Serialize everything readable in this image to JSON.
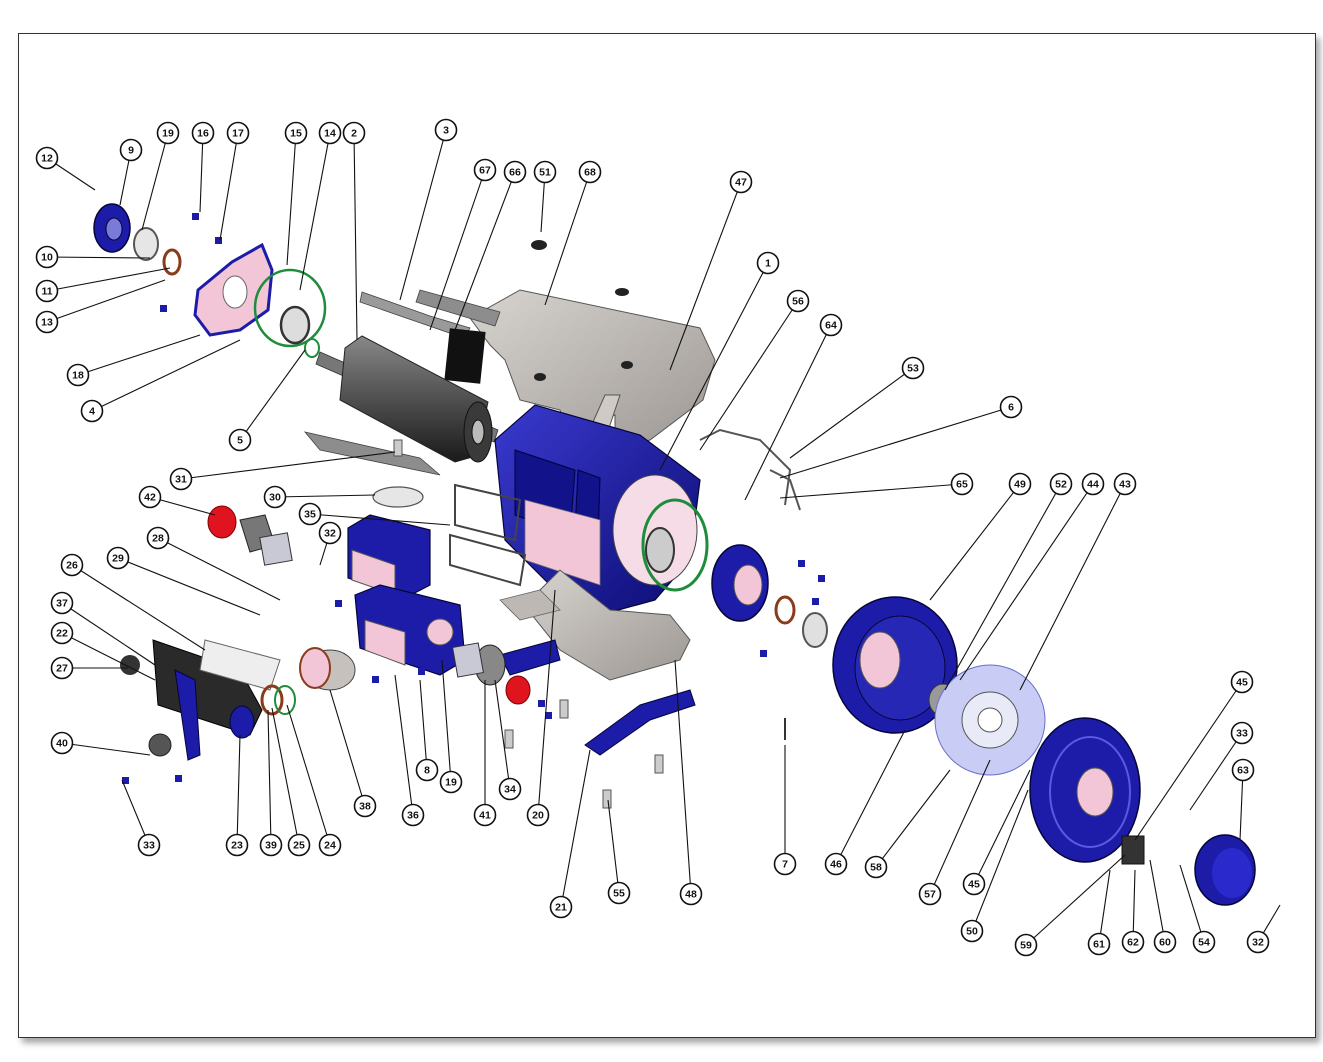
{
  "drawing": {
    "type": "exploded-assembly",
    "colors": {
      "housing_blue": "#1c1ca8",
      "dark_blue": "#0c0c6e",
      "light_pink": "#f2c6d6",
      "red_part": "#e0141e",
      "guard_gray": "#b9b4b0",
      "green_oring": "#1e8c3a",
      "rotor_dark": "#2a2a2a",
      "fan_lightblue": "#c9cdf5"
    },
    "callouts": [
      "1",
      "2",
      "3",
      "4",
      "5",
      "6",
      "7",
      "8",
      "9",
      "10",
      "11",
      "12",
      "13",
      "14",
      "15",
      "16",
      "17",
      "18",
      "19",
      "19",
      "20",
      "21",
      "22",
      "23",
      "24",
      "25",
      "26",
      "27",
      "28",
      "29",
      "30",
      "31",
      "32",
      "32",
      "33",
      "33",
      "34",
      "35",
      "36",
      "37",
      "38",
      "39",
      "40",
      "41",
      "42",
      "43",
      "44",
      "45",
      "45",
      "46",
      "47",
      "48",
      "49",
      "50",
      "51",
      "52",
      "53",
      "54",
      "55",
      "56",
      "57",
      "58",
      "59",
      "60",
      "61",
      "62",
      "63",
      "64",
      "65",
      "66",
      "67",
      "68"
    ]
  }
}
